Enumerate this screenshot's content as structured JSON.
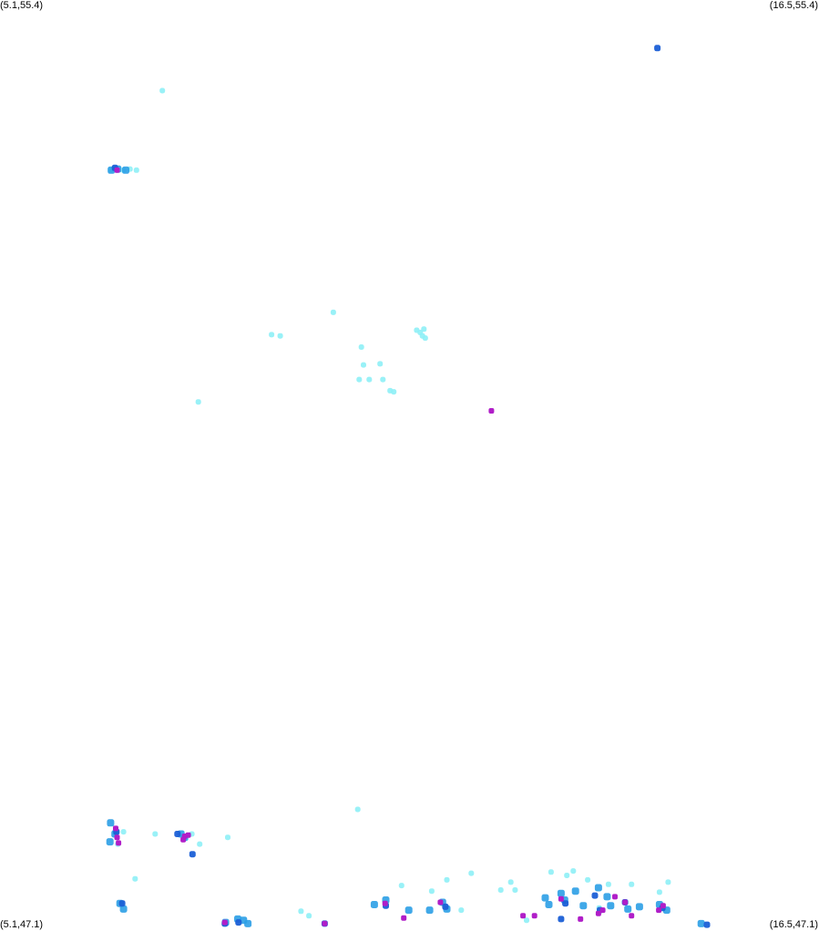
{
  "corners": {
    "top_left": "(5.1,55.4)",
    "top_right": "(16.5,55.4)",
    "bottom_left": "(5.1,47.1)",
    "bottom_right": "(16.5,47.1)"
  },
  "extent": {
    "lon_min": 5.1,
    "lon_max": 16.5,
    "lat_min": 47.1,
    "lat_max": 55.4
  },
  "colors": {
    "background": "#ffffff",
    "low": "#8ef0f6",
    "medium": "#2b9ee6",
    "high": "#1b5fd6",
    "very_high": "#b01ec8"
  },
  "density_points": {
    "low": [
      [
        7.36,
        54.59
      ],
      [
        6.64,
        53.88
      ],
      [
        6.73,
        53.88
      ],
      [
        6.82,
        53.88
      ],
      [
        6.91,
        53.89
      ],
      [
        7.0,
        53.88
      ],
      [
        9.74,
        52.61
      ],
      [
        8.88,
        52.41
      ],
      [
        9.0,
        52.4
      ],
      [
        10.13,
        52.3
      ],
      [
        10.9,
        52.45
      ],
      [
        10.95,
        52.43
      ],
      [
        11.0,
        52.46
      ],
      [
        10.98,
        52.4
      ],
      [
        11.02,
        52.38
      ],
      [
        10.16,
        52.14
      ],
      [
        10.1,
        52.01
      ],
      [
        10.24,
        52.01
      ],
      [
        10.39,
        52.15
      ],
      [
        10.43,
        52.01
      ],
      [
        10.53,
        51.91
      ],
      [
        10.58,
        51.9
      ],
      [
        7.86,
        51.81
      ],
      [
        10.08,
        48.17
      ],
      [
        6.7,
        47.97
      ],
      [
        6.82,
        47.97
      ],
      [
        6.74,
        47.86
      ],
      [
        7.26,
        47.95
      ],
      [
        7.77,
        47.95
      ],
      [
        7.88,
        47.86
      ],
      [
        8.27,
        47.92
      ],
      [
        6.98,
        47.55
      ],
      [
        9.29,
        47.26
      ],
      [
        9.4,
        47.22
      ],
      [
        10.69,
        47.49
      ],
      [
        11.11,
        47.44
      ],
      [
        11.32,
        47.54
      ],
      [
        11.66,
        47.6
      ],
      [
        12.07,
        47.45
      ],
      [
        12.21,
        47.52
      ],
      [
        12.27,
        47.45
      ],
      [
        12.77,
        47.61
      ],
      [
        12.99,
        47.58
      ],
      [
        13.08,
        47.62
      ],
      [
        13.28,
        47.54
      ],
      [
        13.57,
        47.5
      ],
      [
        13.89,
        47.5
      ],
      [
        14.28,
        47.43
      ],
      [
        14.4,
        47.52
      ],
      [
        13.44,
        47.29
      ],
      [
        11.52,
        47.27
      ],
      [
        12.43,
        47.18
      ]
    ],
    "medium": [
      [
        6.65,
        53.88
      ],
      [
        6.74,
        53.89
      ],
      [
        6.85,
        53.88
      ],
      [
        6.64,
        48.05
      ],
      [
        6.7,
        47.95
      ],
      [
        6.63,
        47.88
      ],
      [
        7.62,
        47.95
      ],
      [
        7.67,
        47.92
      ],
      [
        6.77,
        47.33
      ],
      [
        6.82,
        47.28
      ],
      [
        8.24,
        47.16
      ],
      [
        8.41,
        47.19
      ],
      [
        8.49,
        47.18
      ],
      [
        10.31,
        47.32
      ],
      [
        10.47,
        47.36
      ],
      [
        10.79,
        47.27
      ],
      [
        11.08,
        47.27
      ],
      [
        11.32,
        47.28
      ],
      [
        11.26,
        47.34
      ],
      [
        12.69,
        47.38
      ],
      [
        12.74,
        47.32
      ],
      [
        12.91,
        47.42
      ],
      [
        13.11,
        47.44
      ],
      [
        13.43,
        47.47
      ],
      [
        13.55,
        47.39
      ],
      [
        13.22,
        47.31
      ],
      [
        13.6,
        47.31
      ],
      [
        13.84,
        47.28
      ],
      [
        14.0,
        47.3
      ],
      [
        14.28,
        47.32
      ],
      [
        14.38,
        47.27
      ],
      [
        14.86,
        47.15
      ],
      [
        8.55,
        47.15
      ],
      [
        12.96,
        47.36
      ]
    ],
    "high": [
      [
        14.25,
        54.97
      ],
      [
        6.7,
        53.9
      ],
      [
        6.72,
        47.97
      ],
      [
        7.57,
        47.95
      ],
      [
        7.78,
        47.77
      ],
      [
        6.8,
        47.33
      ],
      [
        8.42,
        47.16
      ],
      [
        10.47,
        47.31
      ],
      [
        11.3,
        47.3
      ],
      [
        12.97,
        47.33
      ],
      [
        12.91,
        47.19
      ],
      [
        13.38,
        47.4
      ],
      [
        13.45,
        47.27
      ],
      [
        13.8,
        47.34
      ],
      [
        14.32,
        47.29
      ],
      [
        14.94,
        47.14
      ],
      [
        8.23,
        47.15
      ],
      [
        9.62,
        47.15
      ]
    ],
    "very_high": [
      [
        6.73,
        53.88
      ],
      [
        11.94,
        51.73
      ],
      [
        6.71,
        48.0
      ],
      [
        6.73,
        47.92
      ],
      [
        6.75,
        47.87
      ],
      [
        7.67,
        47.93
      ],
      [
        7.65,
        47.9
      ],
      [
        7.72,
        47.94
      ],
      [
        8.23,
        47.16
      ],
      [
        9.62,
        47.15
      ],
      [
        10.46,
        47.33
      ],
      [
        10.72,
        47.2
      ],
      [
        11.23,
        47.34
      ],
      [
        12.38,
        47.22
      ],
      [
        12.54,
        47.22
      ],
      [
        12.91,
        47.37
      ],
      [
        13.18,
        47.19
      ],
      [
        13.43,
        47.24
      ],
      [
        13.49,
        47.27
      ],
      [
        13.66,
        47.39
      ],
      [
        13.8,
        47.34
      ],
      [
        13.89,
        47.22
      ],
      [
        14.27,
        47.27
      ],
      [
        14.33,
        47.31
      ]
    ]
  }
}
